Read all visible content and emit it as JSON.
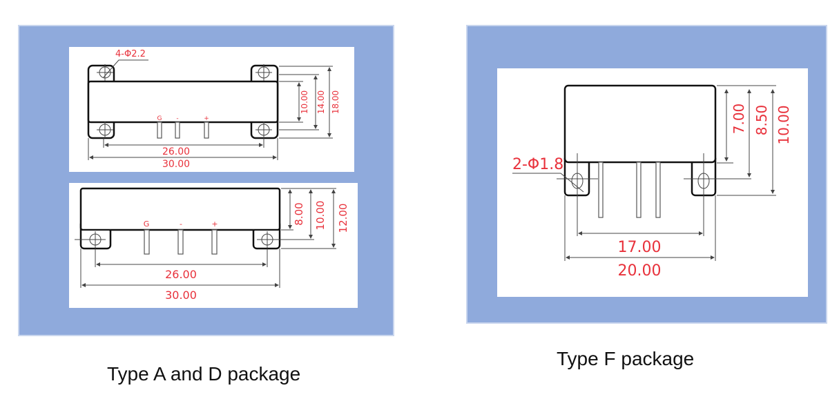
{
  "colors": {
    "panel": "#8faadc",
    "dimension_text": "#e8313b",
    "outline": "#111111"
  },
  "type_ad": {
    "caption": "Type A and D package",
    "top_view": {
      "hole_label": "4-Φ2.2",
      "pins": [
        "G",
        "-",
        "+"
      ],
      "width_inner": "26.00",
      "width_outer": "30.00",
      "heights": [
        "10.00",
        "14.00",
        "18.00"
      ]
    },
    "side_view": {
      "pins": [
        "G",
        "-",
        "+"
      ],
      "width_inner": "26.00",
      "width_outer": "30.00",
      "heights": [
        "8.00",
        "10.00",
        "12.00"
      ]
    }
  },
  "type_f": {
    "caption": "Type F package",
    "view": {
      "hole_label": "2-Φ1.8",
      "width_inner": "17.00",
      "width_outer": "20.00",
      "heights": [
        "7.00",
        "8.50",
        "10.00"
      ]
    }
  }
}
